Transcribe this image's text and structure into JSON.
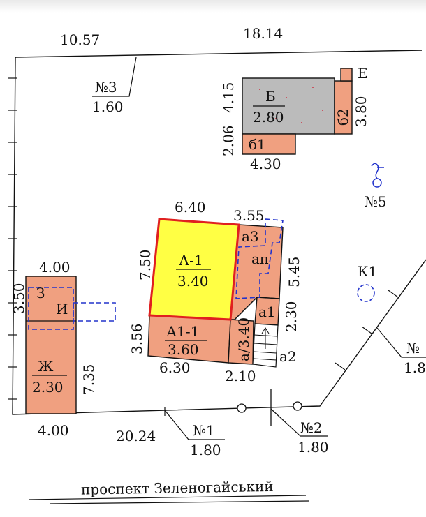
{
  "colors": {
    "building_fill": "#f0a080",
    "highlight_fill": "#ffff44",
    "highlight_border": "#e02020",
    "gray_fill": "#bbbbbb",
    "dashed_blue": "#2233cc",
    "line": "#111111"
  },
  "dims": {
    "top_left": "10.57",
    "top_mid": "18.14",
    "b_h1": "4.15",
    "b_h2": "2.06",
    "b_w": "4.30",
    "b_right": "3.80",
    "a_top": "6.40",
    "a3_top": "3.55",
    "a_left": "7.50",
    "ap_right": "5.45",
    "a1_right": "2.30",
    "a11_left": "3.56",
    "a11_bottom": "6.30",
    "a_bottom_right": "2.10",
    "left_bldg_top": "4.00",
    "left_bldg_side": "3.50",
    "left_bldg_right": "7.35",
    "left_bldg_bottom": "4.00",
    "bottom_len": "20.24"
  },
  "labels": {
    "no3": "№3",
    "no3_val": "1.60",
    "b": "Б",
    "b_val": "2.80",
    "b2": "б2",
    "b1": "б1",
    "e": "Е",
    "no5": "№5",
    "a1_main": "А-1",
    "a1_main_val": "3.40",
    "a3": "а3",
    "ap": "ап",
    "a1_small": "а1",
    "a_slash": "а/3.40",
    "a11": "А1-1",
    "a11_val": "3.60",
    "a2": "а2",
    "k1": "К1",
    "z": "З",
    "i": "И",
    "zh": "Ж",
    "zh_val": "2.30",
    "no_partial": "№",
    "no_partial_val": "1.8",
    "no1": "№1",
    "no1_val": "1.80",
    "no2": "№2",
    "no2_val": "1.80",
    "street": "проспект Зеленогайський"
  }
}
